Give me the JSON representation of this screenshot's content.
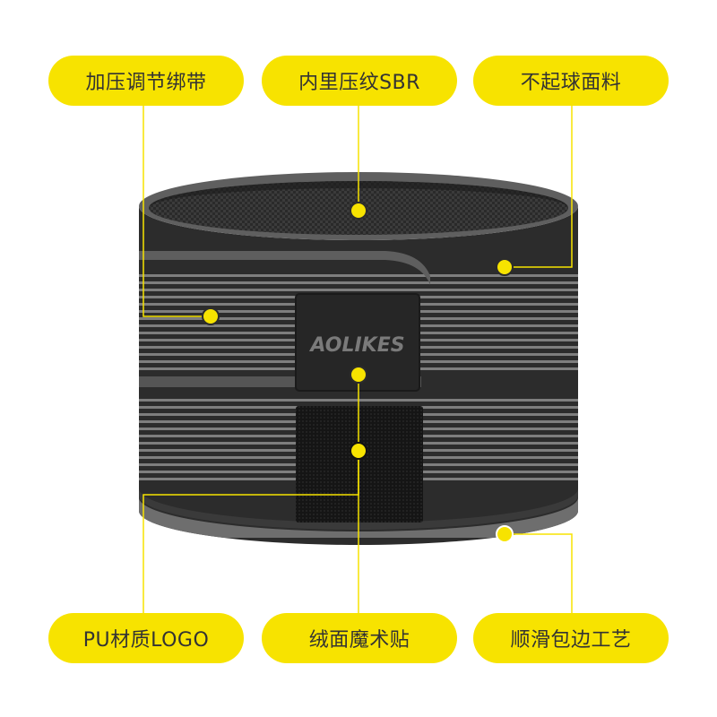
{
  "brand": {
    "logo_text": "AOLIKES"
  },
  "colors": {
    "accent": "#f7e300",
    "belt": "#2c2c2c",
    "stripe": "#9a9a9a",
    "edge": "#6e6e6e"
  },
  "callouts": {
    "top_left": "加压调节绑带",
    "top_center": "内里压纹SBR",
    "top_right": "不起球面料",
    "bottom_left": "PU材质LOGO",
    "bottom_center": "绒面魔术贴",
    "bottom_right": "顺滑包边工艺"
  }
}
